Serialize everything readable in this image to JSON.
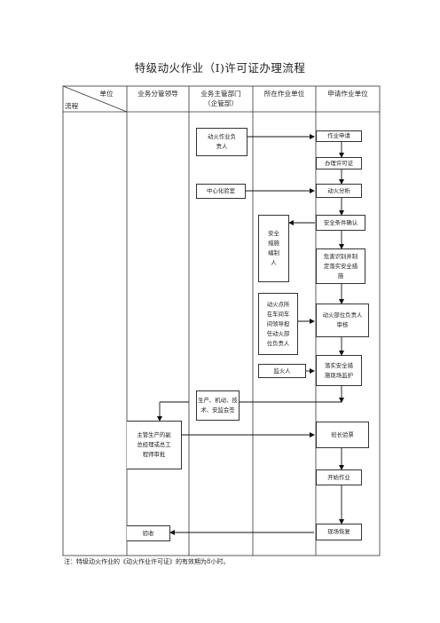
{
  "title": "特级动火作业（Ⅰ)许可证办理流程",
  "header": {
    "corner_top": "单位",
    "corner_bottom": "流程",
    "col1": "业务分管领导",
    "col2_line1": "业务主管部门",
    "col2_line2": "（企管部）",
    "col3": "所在作业单位",
    "col4": "申请作业单位"
  },
  "nodes": {
    "fire_leader": [
      "动火作业负",
      "责人"
    ],
    "lab": "中心化验室",
    "safety_mgr": [
      "安全",
      "措施",
      "编制",
      "人"
    ],
    "area_leader": [
      "动火点所",
      "在车间车",
      "间领导担",
      "任动火部",
      "位负责人"
    ],
    "fire_watch": "监火人",
    "joint_review": [
      "生产、机动、技",
      "术、安监会签"
    ],
    "vp_approve": [
      "主管生产的副",
      "总经理或总工",
      "程师审批"
    ],
    "acceptance": "验收",
    "apply": "作业申请",
    "permit": "办理许可证",
    "analysis": "动火分析",
    "safety_confirm": "安全条件确认",
    "hazard_id": [
      "危害识别并制",
      "定落实安全措",
      "施"
    ],
    "dept_review": [
      "动火部位负责人",
      "审核"
    ],
    "site_protect": [
      "落实安全措",
      "施现场监护"
    ],
    "shift_check": "班长验票",
    "start_work": "开始作业",
    "site_restore": "现场恢复"
  },
  "note": "注：特级动火作业的《动火作业许可证》的有效期为8小时。"
}
